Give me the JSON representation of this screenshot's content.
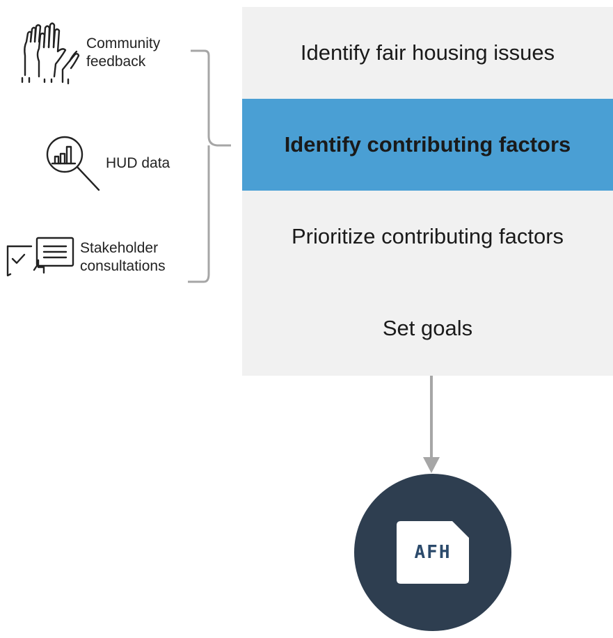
{
  "inputs": [
    {
      "icon": "raised-hands-icon",
      "label_line1": "Community",
      "label_line2": "feedback"
    },
    {
      "icon": "magnifier-chart-icon",
      "label": "HUD data"
    },
    {
      "icon": "chat-checklist-icon",
      "label_line1": "Stakeholder",
      "label_line2": "consultations"
    }
  ],
  "steps": [
    {
      "label": "Identify fair housing issues",
      "active": false
    },
    {
      "label": "Identify contributing factors",
      "active": true
    },
    {
      "label": "Prioritize contributing factors",
      "active": false
    },
    {
      "label": "Set goals",
      "active": false
    }
  ],
  "output": {
    "icon": "document-icon",
    "label": "AFH"
  },
  "colors": {
    "active_step": "#4a9fd4",
    "panel": "#f1f1f1",
    "badge": "#2e3e50",
    "connector": "#a6a6a6"
  }
}
